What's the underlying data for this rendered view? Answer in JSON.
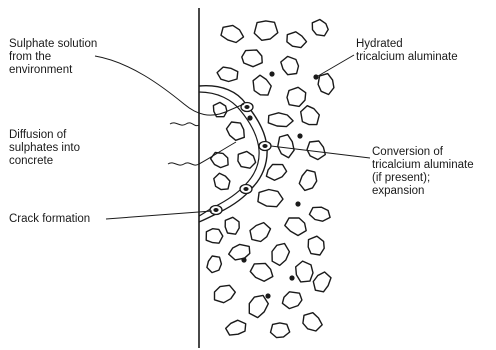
{
  "labels": {
    "sulphate_solution": "Sulphate solution\nfrom the\nenvironment",
    "diffusion": "Diffusion of\nsulphates into\nconcrete",
    "crack_formation": "Crack formation",
    "hydrated_c3a": "Hydrated\ntricalcium aluminate",
    "conversion": "Conversion of\ntricalcium aluminate\n(if present);\nexpansion"
  },
  "colors": {
    "ink": "#1a1a1a",
    "background": "#ffffff"
  }
}
